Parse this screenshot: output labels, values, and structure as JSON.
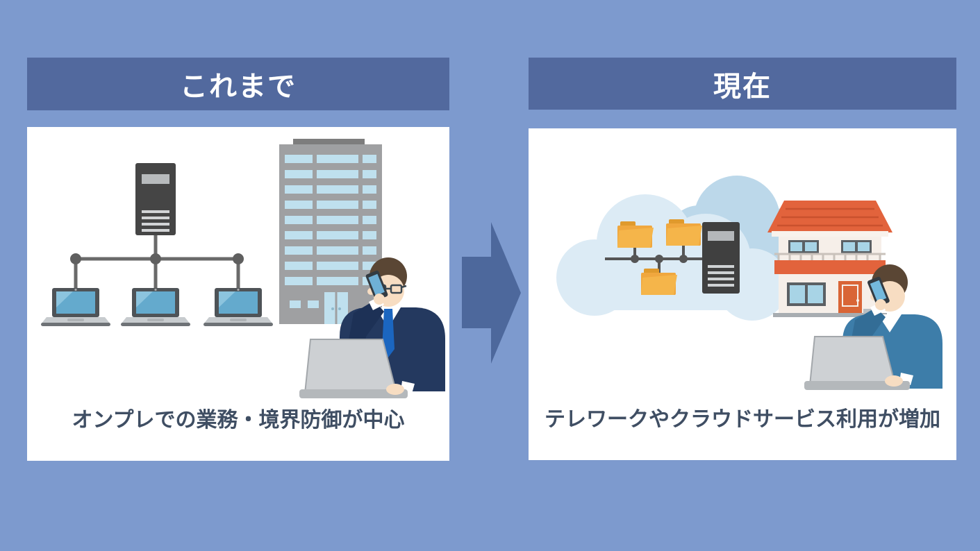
{
  "slide": {
    "background_color": "#7d9ace",
    "header_bg_color": "#52699e",
    "arrow_color": "#4d689c",
    "panel_bg_color": "#ffffff",
    "caption_text_color": "#3f4e63",
    "header_text_color": "#ffffff"
  },
  "panels": {
    "left": {
      "header": "これまで",
      "caption": "オンプレでの業務・境界防御が中心",
      "icons": [
        "server-icon",
        "network-icon",
        "laptop-icon",
        "office-building-icon",
        "businessman-on-phone-icon",
        "laptop-front-icon"
      ]
    },
    "right": {
      "header": "現在",
      "caption": "テレワークやクラウドサービス利用が増加",
      "icons": [
        "cloud-icon",
        "folder-icon",
        "server-icon",
        "house-icon",
        "teleworker-on-phone-icon",
        "laptop-front-icon"
      ]
    }
  },
  "arrow": {
    "icon": "right-arrow-icon",
    "direction": "right"
  },
  "illustration_colors": {
    "server_body": "#454545",
    "laptop_screen": "#64aacd",
    "building_gray": "#9fa0a2",
    "building_window": "#bfe0ee",
    "suit_navy": "#24395f",
    "tie_blue": "#1b66c0",
    "sweater_blue": "#3d7da9",
    "skin": "#f7ddc2",
    "hair_brown": "#5a4634",
    "folder_orange": "#f0a73e",
    "roof_orange": "#e2633c",
    "cloud_front": "#dcebf5",
    "cloud_back": "#bcd8ea",
    "network_gray": "#666666"
  }
}
